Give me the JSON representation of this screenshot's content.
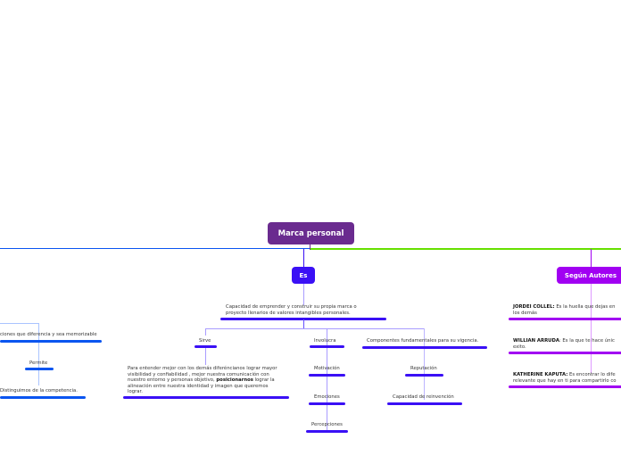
{
  "root": {
    "label": "Marca personal",
    "color": "#6a2b8f"
  },
  "es": {
    "label": "Es",
    "color": "#3a10f5"
  },
  "autores": {
    "label": "Según Autores",
    "color": "#a100f2"
  },
  "colors": {
    "left_branch": "#0a55f0",
    "green_branch": "#66e000",
    "es_branch": "#3a10f5",
    "autores_branch": "#a100f2"
  },
  "left": {
    "top": "ciones que diferencia y sea memorizable",
    "permite": "Permite",
    "bottom": "Distinguimos de la competencia."
  },
  "es_def": [
    "Capacidad de emprender y construir su propia marca o",
    "proyecto llenarios de valores intangibles personales."
  ],
  "sirve": {
    "label": "Sirve",
    "text_lines": [
      "Para entender mejor con los demás diferéncianos lograr mayor",
      "visibilidad y confiabilidad , mejor nuestra comunicación con",
      "nuestro entorno y personas objetivo, ",
      "posicionarnos",
      " lograr la",
      "alineación entre nuestra identidad y imagen que queremos",
      "lograr."
    ]
  },
  "involucra": {
    "label": "Involucra",
    "items": [
      "Motivación",
      "Emociones",
      "Percepciones"
    ]
  },
  "componentes": {
    "label": "Componentes fundamentales para su vigencia.",
    "items": [
      "Reputación",
      "Capacidad de reinvención"
    ]
  },
  "authors": [
    {
      "name": "JORDEI COLLEL:",
      "text": " Es la huella que dejas en",
      "line2": "los demás"
    },
    {
      "name": "WILLIAN ARRUDA",
      "text": ": Es la que te hace únic",
      "line2": "exito."
    },
    {
      "name": "KATHERINE KAPUTA:",
      "text": " Es encontrar lo dife",
      "line2": "relevante que hay en ti para compartirlo co"
    }
  ]
}
